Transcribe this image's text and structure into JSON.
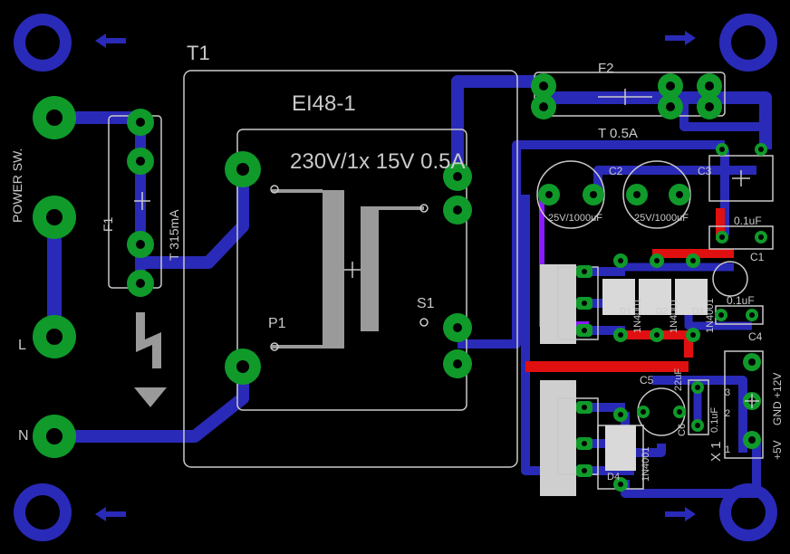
{
  "labels": {
    "t1": "T1",
    "transformer_model": "EI48-1",
    "transformer_rating": "230V/1x 15V 0.5A",
    "p1": "P1",
    "s1": "S1",
    "f1": "F1",
    "f1_rating": "T 315mA",
    "f2": "F2",
    "f2_rating": "T 0.5A",
    "power_sw": "POWER SW.",
    "l": "L",
    "n": "N",
    "c1": "C1",
    "c2": "C2",
    "c3": "C3",
    "c4": "C4",
    "c5": "C5",
    "c6": "C6",
    "cap_2200uf_a": "25V/1000uF",
    "cap_2200uf_b": "25V/1000uF",
    "c3_val": "0.1uF",
    "c1_val": "0.1uF",
    "c5_val": "22uF",
    "c6_val": "0.1uF",
    "d1": "D1",
    "d2": "D2",
    "d3": "D3",
    "d4": "D4",
    "diode": "1N4001",
    "x1": "X 1",
    "gnd_12v": "GND +12V",
    "plus5v": "+5V",
    "pin1": "1",
    "pin2": "2",
    "pin3": "3"
  },
  "colors": {
    "background": "#000000",
    "bottom_copper": "#2a2ab8",
    "top_copper": "#e01010",
    "pad": "#0f9a2a",
    "silkscreen": "#c9c9c9",
    "via_wire": "#8a1aff"
  }
}
